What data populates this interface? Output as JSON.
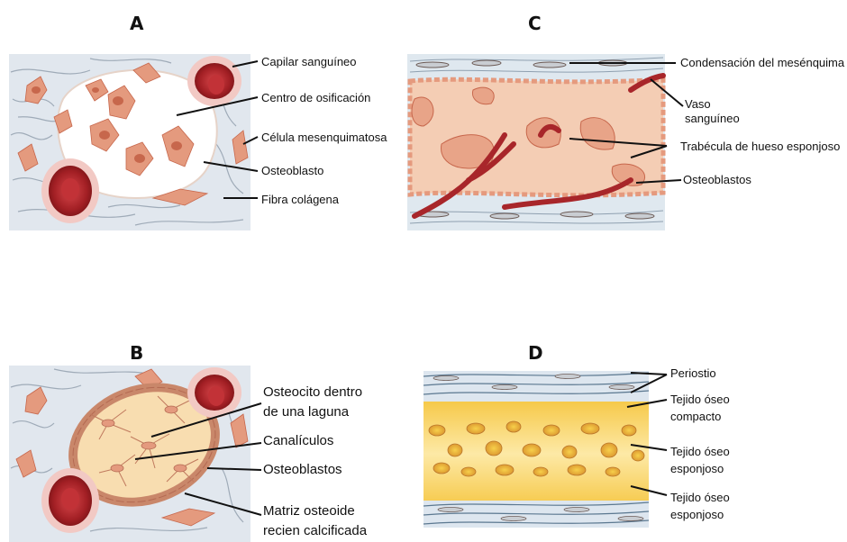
{
  "panels": {
    "A": {
      "letter": "A",
      "labels": {
        "capillary": "Capilar sanguíneo",
        "ossification_center": "Centro de osificación",
        "mesenchymal_cell": "Célula mesenquimatosa",
        "osteoblast": "Osteoblasto",
        "collagen_fiber": "Fibra colágena"
      }
    },
    "B": {
      "letter": "B",
      "labels": {
        "osteocyte_line1": "Osteocito dentro",
        "osteocyte_line2": "de una laguna",
        "canaliculi": "Canalículos",
        "osteoblasts": "Osteoblastos",
        "matrix_line1": "Matriz osteoide",
        "matrix_line2": "recien calcificada"
      }
    },
    "C": {
      "letter": "C",
      "labels": {
        "mesenchyme": "Condensación del mesénquima",
        "vessel_line1": "Vaso",
        "vessel_line2": "sanguíneo",
        "trabecula": "Trabécula de hueso esponjoso",
        "osteoblasts": "Osteoblastos"
      }
    },
    "D": {
      "letter": "D",
      "labels": {
        "periosteum": "Periostio",
        "compact_line1": "Tejido óseo",
        "compact_line2": "compacto",
        "spongy_line1": "Tejido óseo",
        "spongy_line2": "esponjoso",
        "spongy2_line1": "Tejido óseo",
        "spongy2_line2": "esponjoso"
      }
    }
  },
  "colors": {
    "tissue_bg": "#dfe6ee",
    "fiber": "#9aa7b5",
    "cell": "#e59a7e",
    "cell_nucleus": "#c7674c",
    "blood": "#a8262a",
    "trabecula": "#f2c9ae",
    "osteoid": "#f7dcab",
    "osteoblast_ring": "#c9876a",
    "bone_yellow": "#f2c23a",
    "leader": "#111111"
  }
}
